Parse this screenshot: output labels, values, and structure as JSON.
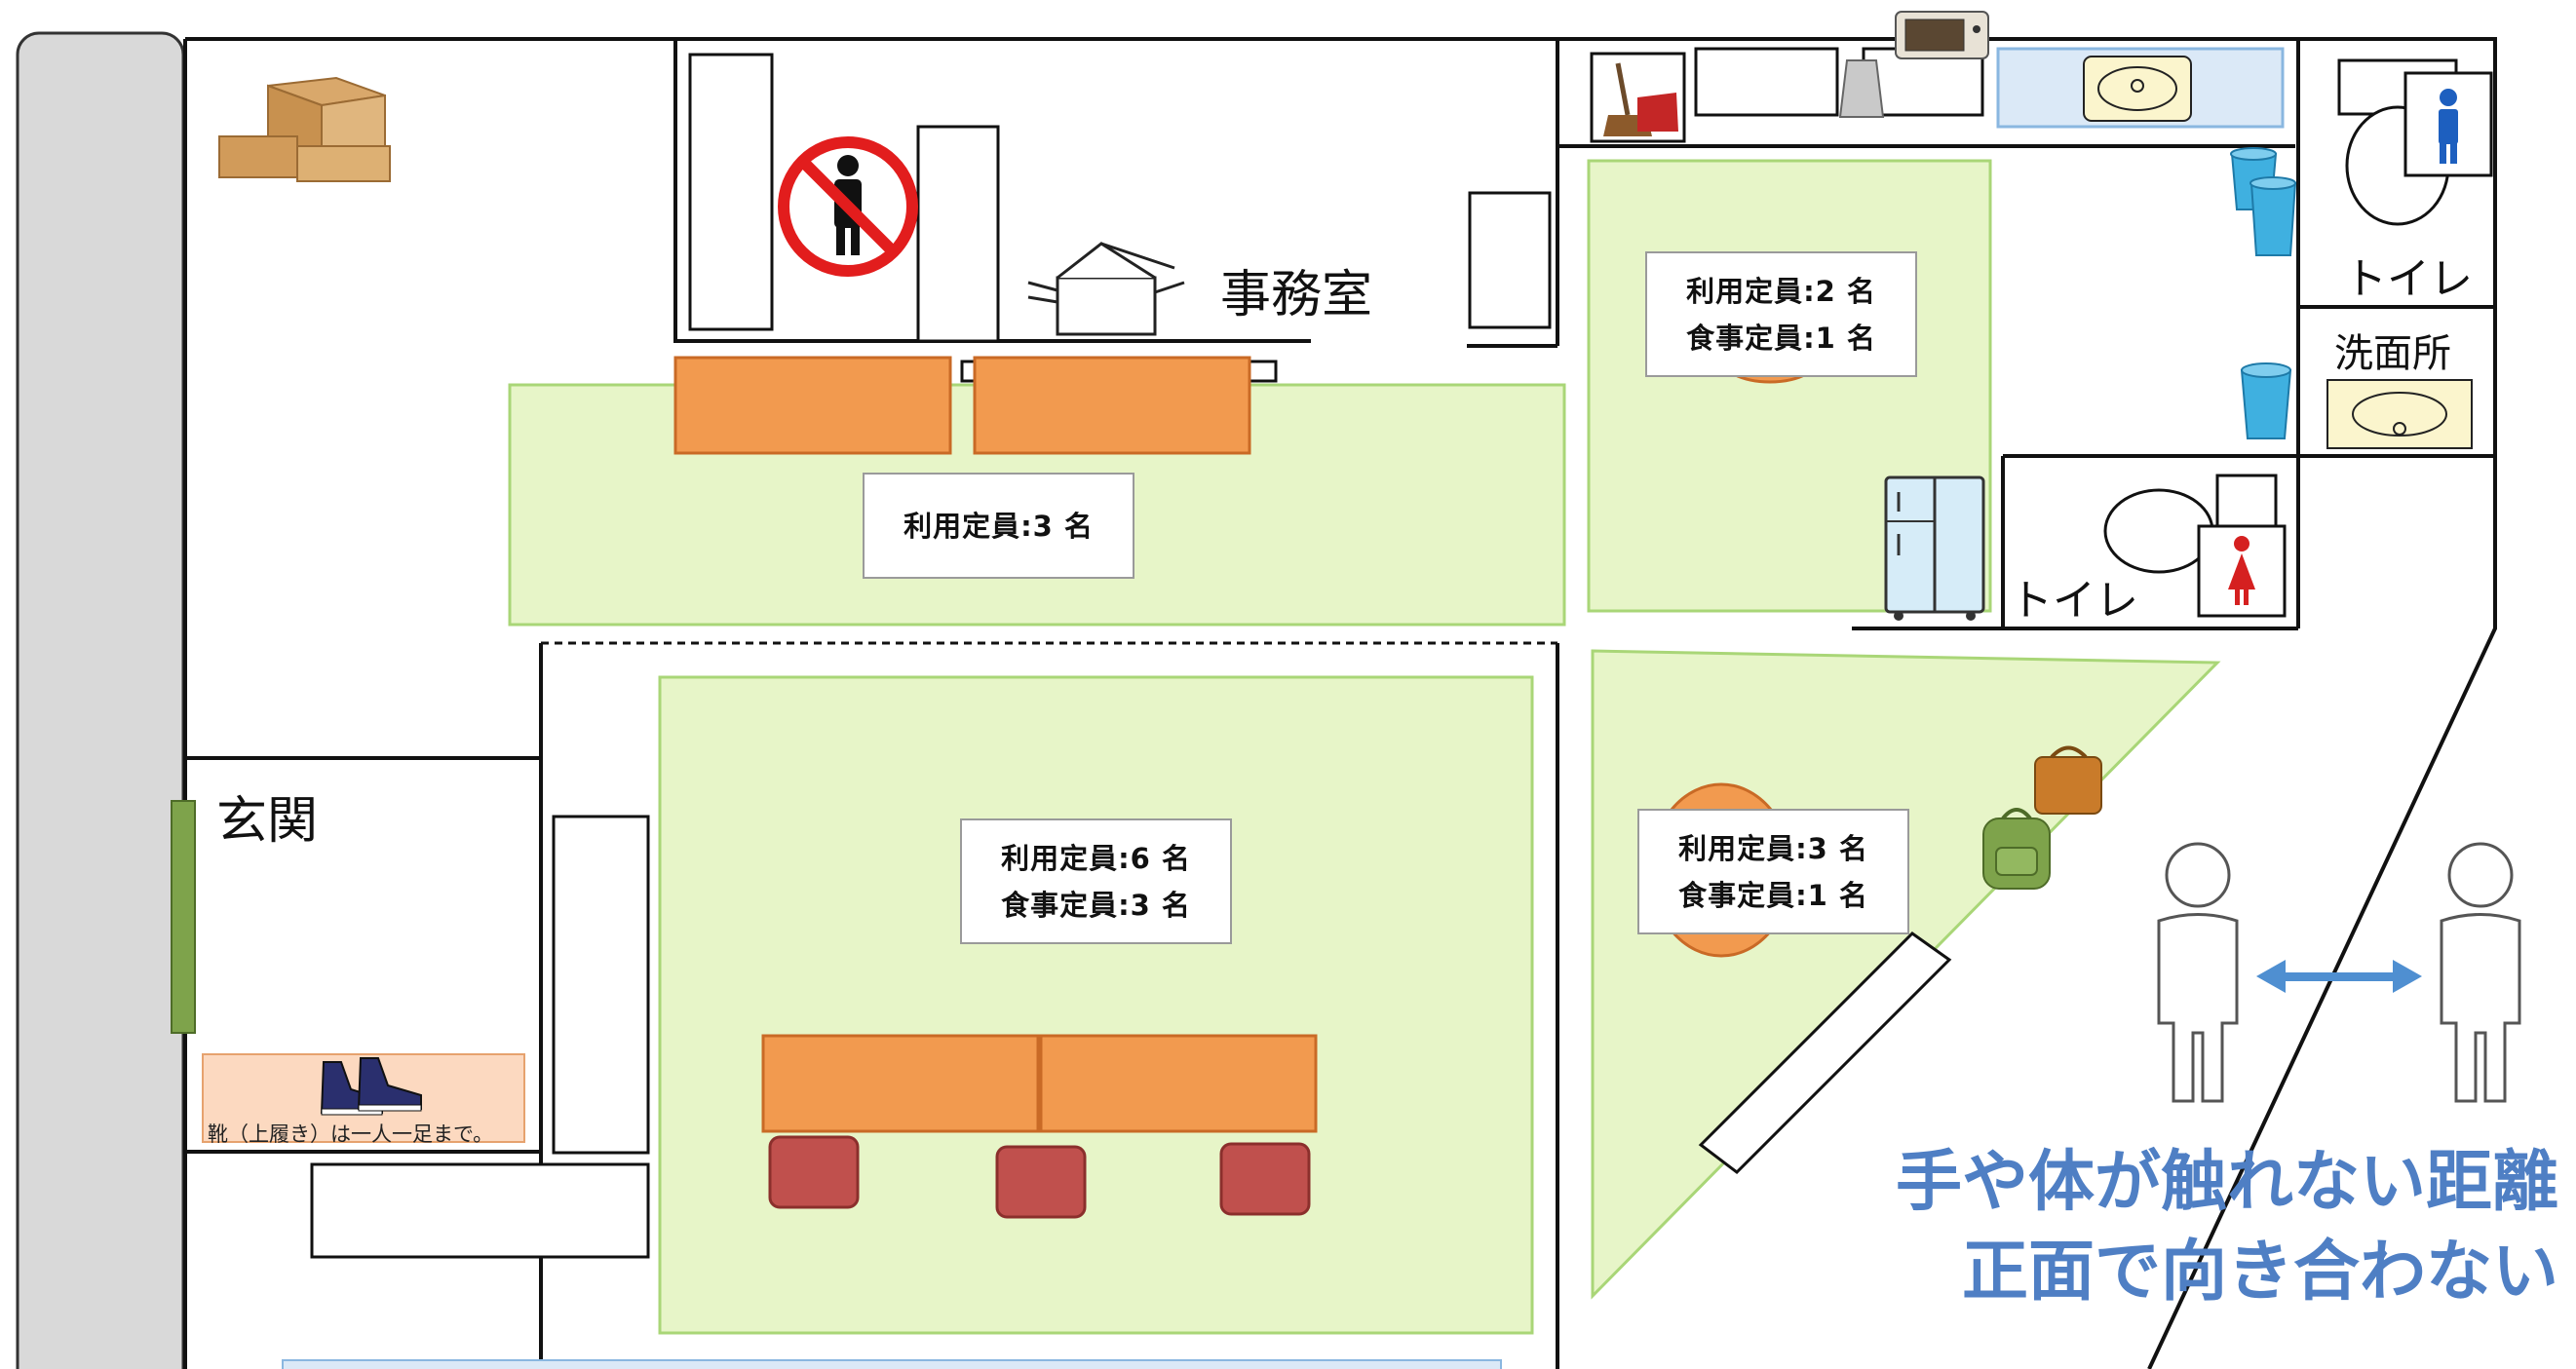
{
  "rooms": {
    "office": "事務室",
    "entrance": "玄関",
    "toilet_men": "トイレ",
    "toilet_women": "トイレ",
    "washroom": "洗面所"
  },
  "capacity_labels": {
    "main_upper": {
      "line1": "利用定員:3 名"
    },
    "main_lower": {
      "line1": "利用定員:6 名",
      "line2": "食事定員:3 名"
    },
    "right_upper": {
      "line1": "利用定員:2 名",
      "line2": "食事定員:1 名"
    },
    "right_lower": {
      "line1": "利用定員:3 名",
      "line2": "食事定員:1 名"
    }
  },
  "shoe_rule": "靴（上履き）は一人一足まで。",
  "distancing_note": {
    "line1": "手や体が触れない距離",
    "line2": "正面で向き合わない"
  },
  "icons": [
    "no-entry-sign-icon",
    "cardboard-boxes-icon",
    "copier-icon",
    "broom-dustpan-icon",
    "microwave-icon",
    "kettle-icon",
    "sink-icon",
    "trash-can-icon",
    "men-toilet-sign-icon",
    "women-toilet-sign-icon",
    "refrigerator-icon",
    "bag-icon",
    "backpack-icon",
    "sneakers-icon",
    "person-icon",
    "double-arrow-icon"
  ],
  "colors": {
    "zone_fill": "#e7f5c8",
    "zone_border": "#a9d677",
    "table_fill": "#f29a4f",
    "chair_fill": "#c0504d",
    "note_color": "#4f7fc4",
    "sink_fill": "#dbe9f7",
    "sink_alt_fill": "#fbf5cd",
    "door_fill": "#7ea34b",
    "outer_wall_fill": "#d9d9d9"
  }
}
